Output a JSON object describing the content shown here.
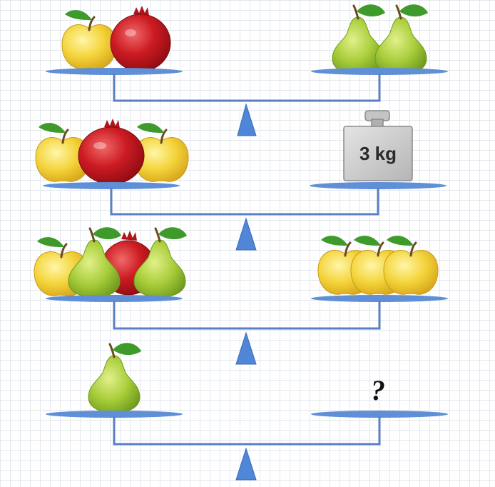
{
  "scales": [
    {
      "left": [
        "apple",
        "pomegranate"
      ],
      "right": [
        "pear",
        "pear"
      ]
    },
    {
      "left": [
        "apple",
        "pomegranate",
        "apple"
      ],
      "right": [
        "weight"
      ]
    },
    {
      "left": [
        "apple",
        "pear",
        "pomegranate",
        "pear"
      ],
      "right": [
        "apple",
        "apple",
        "apple"
      ]
    },
    {
      "left": [
        "pear"
      ],
      "right": [
        "question"
      ]
    }
  ],
  "weight_label": "3 kg",
  "question_label": "?",
  "colors": {
    "pan": "#5f8fd6",
    "beam": "#5b7fc4",
    "fulcrum": "#4f86d8",
    "apple": "#f4d43c",
    "pomegranate": "#cc1b22",
    "pear": "#a8cd3a",
    "leaf": "#3f9a2c",
    "weight": "#cfcfcf"
  }
}
